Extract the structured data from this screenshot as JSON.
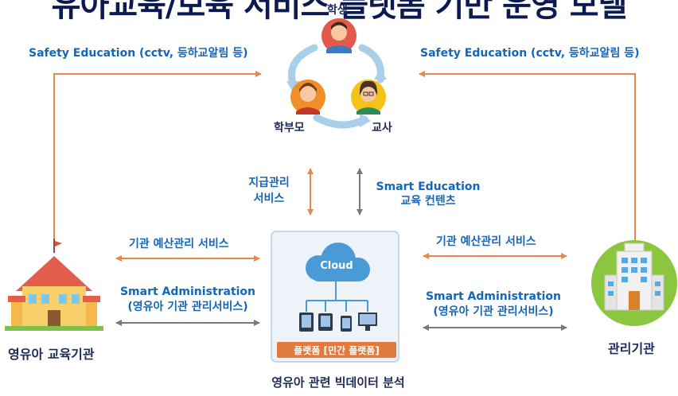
{
  "title": "유아교육/보육 서비스 플랫폼 기반 운영 모델",
  "top_labels": {
    "left": "Safety Education (cctv, 등하교알림 등)",
    "right": "Safety Education (cctv, 등하교알림 등)"
  },
  "cycle": {
    "student": "학생",
    "parents": "학부모",
    "teacher": "교사"
  },
  "center_left": {
    "line1": "지급관리",
    "line2": "서비스"
  },
  "center_right": {
    "line1": "Smart Education",
    "line2": "교육 컨텐츠"
  },
  "left_mid": {
    "budget": "기관 예산관리 서비스",
    "smart1": "Smart Administration",
    "smart2": "(영유아 기관 관리서비스)"
  },
  "right_mid": {
    "budget": "기관 예산관리 서비스",
    "smart1": "Smart Administration",
    "smart2": "(영유아 기관 관리서비스)"
  },
  "platform": {
    "cloud": "Cloud",
    "banner": "플랫폼 [민간 플랫폼]",
    "caption": "영유아 관련 빅데이터 분석"
  },
  "left_entity": "영유아 교육기관",
  "right_entity": "관리기관",
  "colors": {
    "arrow_orange": "#e9874a",
    "arrow_gray": "#7a7a7a",
    "label_blue": "#1466b8",
    "label_dark": "#1d2a5a"
  }
}
